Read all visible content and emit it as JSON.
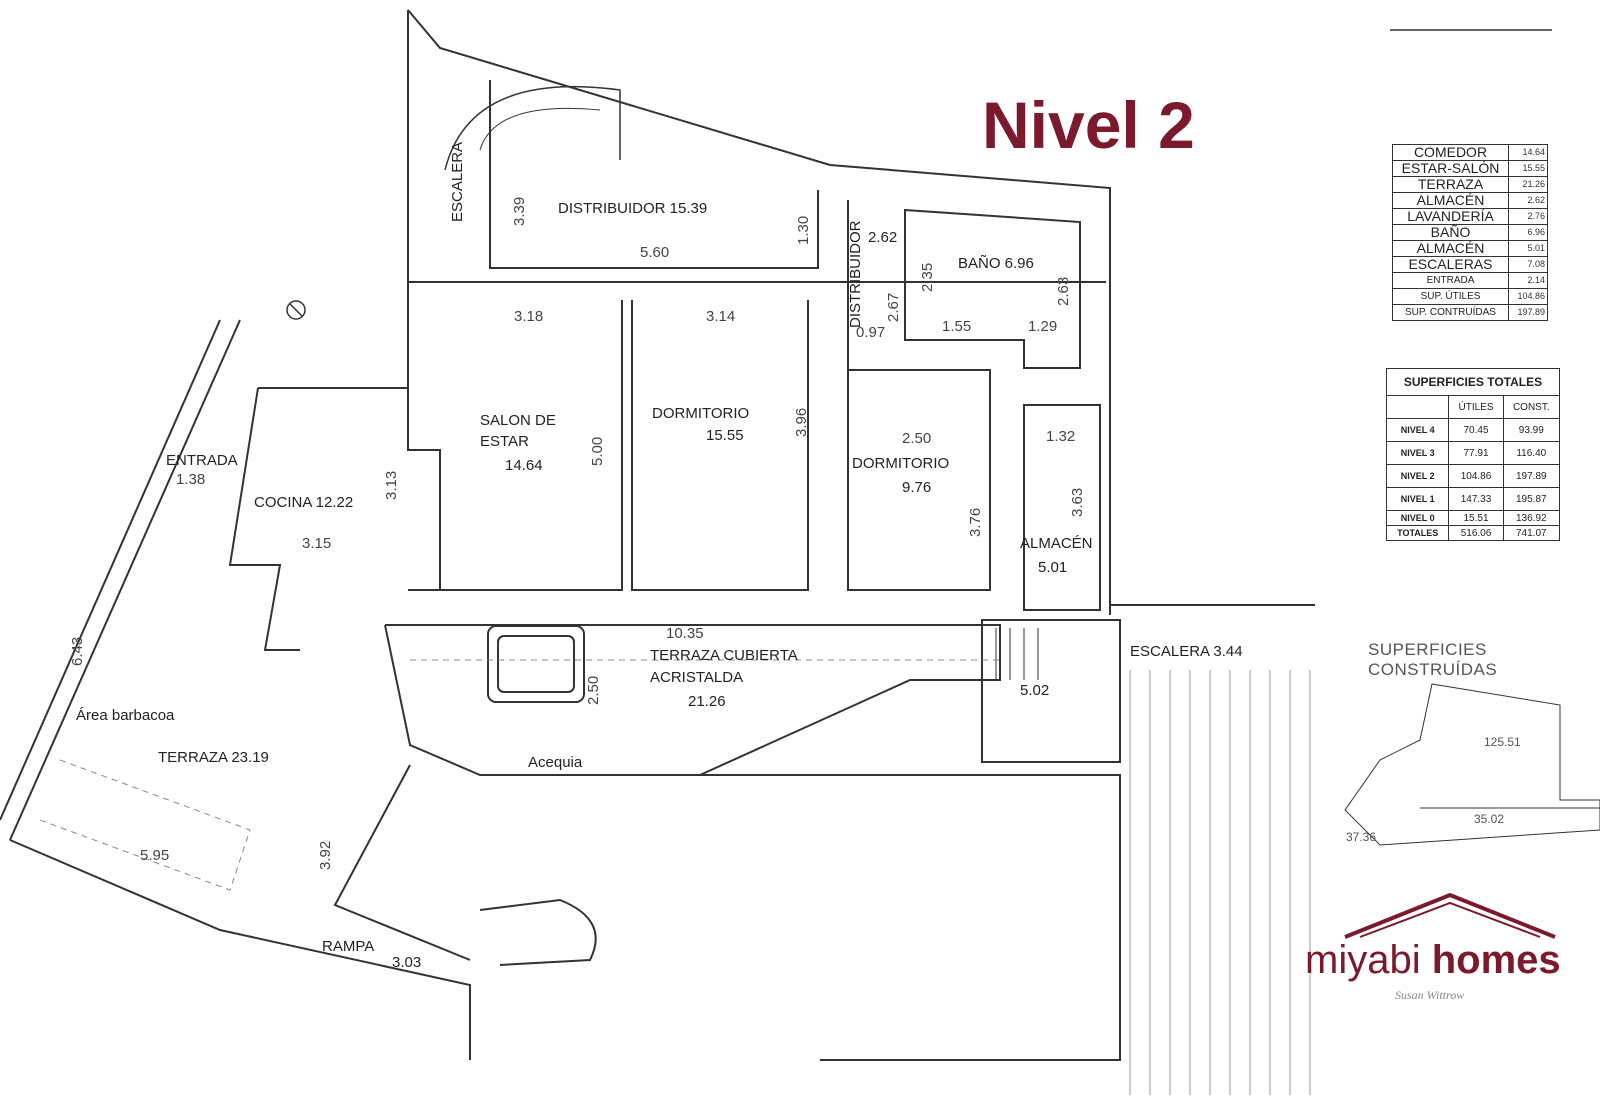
{
  "title": "Nivel 2",
  "rooms": {
    "distribuidor_main": "DISTRIBUIDOR 15.39",
    "escalera_left": "ESCALERA",
    "distribuidor_small": "DISTRIBUIDOR",
    "distribuidor_small_area": "2.62",
    "bano": "BAÑO 6.96",
    "salon_name_1": "SALON DE",
    "salon_name_2": "ESTAR",
    "salon_area": "14.64",
    "dormitorio1_name": "DORMITORIO",
    "dormitorio1_area": "15.55",
    "dormitorio2_name": "DORMITORIO",
    "dormitorio2_area": "9.76",
    "entrada": "ENTRADA",
    "cocina": "COCINA  12.22",
    "almacen_name": "ALMACÉN",
    "almacen_area": "5.01",
    "terraza_cubierta_1": "TERRAZA CUBIERTA",
    "terraza_cubierta_2": "ACRISTALDA",
    "terraza_cubierta_area": "21.26",
    "escalera_right": "ESCALERA   3.44",
    "escalera_right_area": "5.02",
    "barbacoa": "Área barbacoa",
    "terraza": "TERRAZA 23.19",
    "acequia": "Acequia",
    "rampa_name": "RAMPA",
    "rampa_area": "3.03"
  },
  "dimensions": {
    "d339": "3.39",
    "d130": "1.30",
    "d560": "5.60",
    "d318": "3.18",
    "d314": "3.14",
    "d500": "5.00",
    "d396": "3.96",
    "d097": "0.97",
    "d267": "2.67",
    "d235": "2.35",
    "d155": "1.55",
    "d129": "1.29",
    "d263": "2.63",
    "d250": "2.50",
    "d132": "1.32",
    "d376": "3.76",
    "d363": "3.63",
    "d138": "1.38",
    "d313": "3.13",
    "d315": "3.15",
    "d1035": "10.35",
    "d250b": "2.50",
    "d643": "6.43",
    "d595": "5.95",
    "d392": "3.92"
  },
  "legend_rows": [
    {
      "name": "COMEDOR",
      "value": "14.64"
    },
    {
      "name": "ESTAR-SALÓN",
      "value": "15.55"
    },
    {
      "name": "TERRAZA",
      "value": "21.26"
    },
    {
      "name": "ALMACÉN",
      "value": "2.62"
    },
    {
      "name": "LAVANDERÍA",
      "value": "2.76"
    },
    {
      "name": "BAÑO",
      "value": "6.96"
    },
    {
      "name": "ALMACÉN",
      "value": "5.01"
    },
    {
      "name": "ESCALERAS",
      "value": "7.08"
    },
    {
      "name": "ENTRADA",
      "value": "2.14"
    },
    {
      "name": "SUP. ÚTILES",
      "value": "104.86"
    },
    {
      "name": "SUP. CONTRUÍDAS",
      "value": "197.89"
    }
  ],
  "totals": {
    "caption": "SUPERFICIES TOTALES",
    "col_utiles": "ÚTILES",
    "col_const": "CONST.",
    "rows": [
      {
        "level": "NIVEL 4",
        "utiles": "70.45",
        "const": "93.99"
      },
      {
        "level": "NIVEL 3",
        "utiles": "77.91",
        "const": "116.40"
      },
      {
        "level": "NIVEL 2",
        "utiles": "104.86",
        "const": "197.89"
      },
      {
        "level": "NIVEL 1",
        "utiles": "147.33",
        "const": "195.87"
      },
      {
        "level": "NIVEL 0",
        "utiles": "15.51",
        "const": "136.92"
      },
      {
        "level": "TOTALES",
        "utiles": "516.06",
        "const": "741.07"
      }
    ]
  },
  "superficies_construidas": {
    "title": "SUPERFICIES CONSTRUÍDAS",
    "a": "125.51",
    "b": "35.02",
    "c": "37.36"
  },
  "brand": {
    "name_light": "miyabi ",
    "name_bold": "homes",
    "signature": "Susan Wittrow",
    "color": "#7a1a2c"
  }
}
